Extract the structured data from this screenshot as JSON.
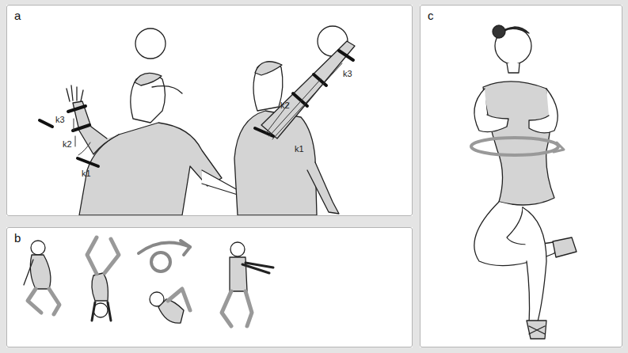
{
  "diagram": {
    "nodes": [
      {
        "text": [
          "a"
        ]
      },
      {
        "text": [
          "b"
        ]
      },
      {
        "text": [
          "c"
        ]
      }
    ],
    "labels": [
      "k3",
      "k2",
      "k1",
      "k2",
      "k1",
      "k3"
    ]
  }
}
